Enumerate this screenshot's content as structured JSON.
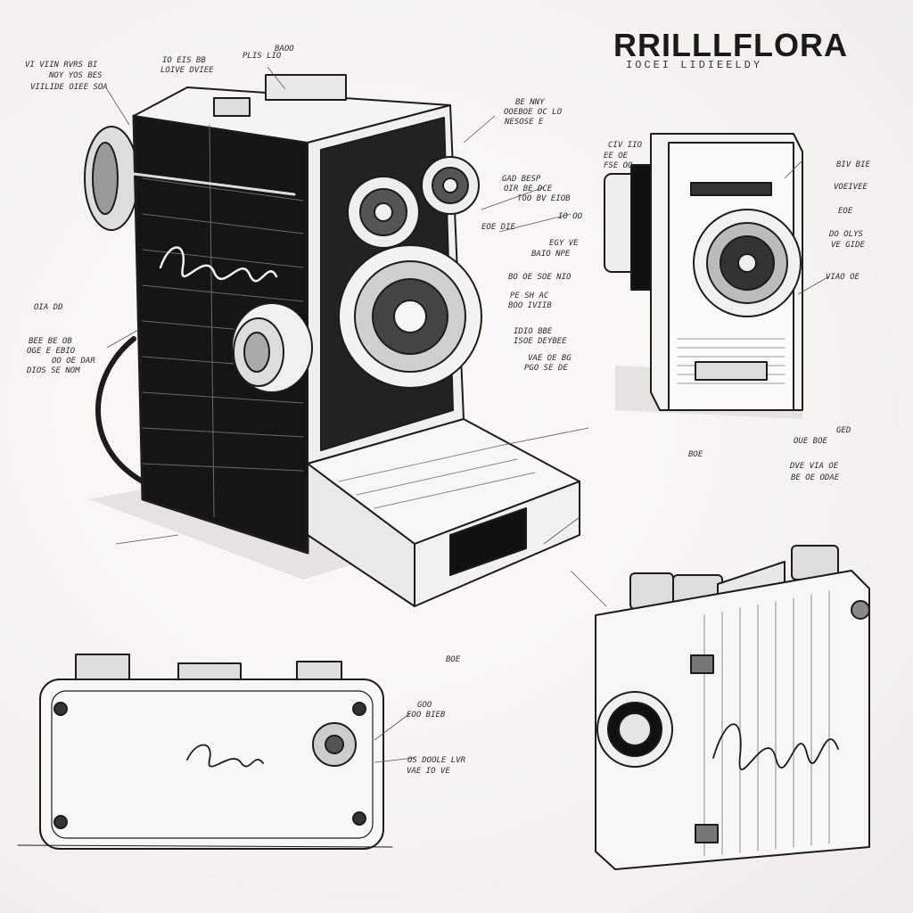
{
  "sheet": {
    "title": "RRILLLFLORA",
    "subtitle": "IOCEI LIDIEELDY"
  },
  "annotations": [
    "VI VIIN RVRS BI",
    "NOY YOS BES",
    "VIILIDE OIEE SOA",
    "BAOO",
    "IO EIS BB",
    "LOIVE DVIEE",
    "PLIS LIO",
    "BE NNY",
    "OOEBOE OC LO",
    "NESOSE E",
    "GAD BESP",
    "OIR BE DCE",
    "TOO BV EIOB",
    "IO OO",
    "EOE DIE",
    "EGY VE",
    "BAIO NPE",
    "BO OE SOE NIO",
    "PE SH AC",
    "BOO IVIIB",
    "IDIO BBE",
    "ISOE DEYBEE",
    "VAE OE BG",
    "PGO SE DE",
    "OIA DD",
    "BEE BE OB",
    "OGE E EBIO",
    "OO OE DAR",
    "DIOS SE NOM",
    "CIV IIO",
    "EE OE",
    "FSE OO",
    "BIV BIE",
    "VOEIVEE",
    "EOE",
    "DO OLYS",
    "VE GIDE",
    "VIAO OE",
    "GED",
    "OUE BOE",
    "BOE",
    "DVE VIA OE",
    "BE OE ODAE",
    "BOE",
    "GOO",
    "EOO BIEB",
    "OS DOOLE LVR",
    "VAE IO VE"
  ]
}
